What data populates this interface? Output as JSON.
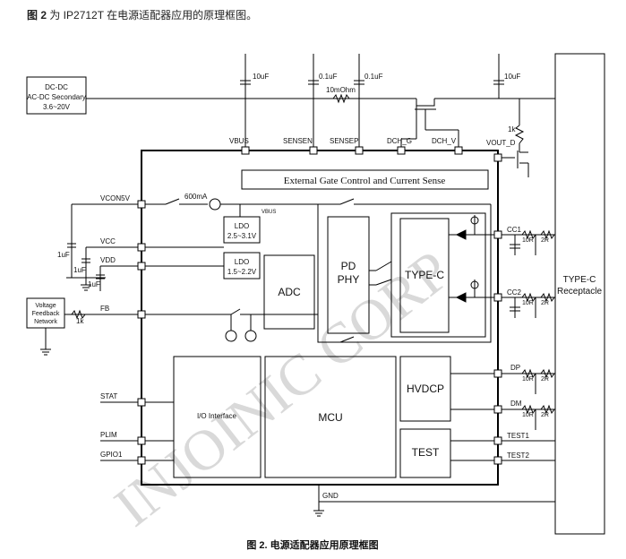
{
  "header": {
    "fig": "图 2",
    "text": " 为 IP2712T 在电源适配器应用的原理框图。"
  },
  "caption": "图 2. 电源适配器应用原理框图",
  "watermark": "INJOINIC CORP",
  "blocks": {
    "dcdc": [
      "DC-DC",
      "AC-DC Secondary",
      "3.6~20V"
    ],
    "feedback": [
      "Voltage",
      "Feedback",
      "Network"
    ],
    "gate": "External Gate Control and Current Sense",
    "ldo1": [
      "LDO",
      "2.5~3.1V"
    ],
    "ldo2": [
      "LDO",
      "1.5~2.2V"
    ],
    "adc": "ADC",
    "pdphy": [
      "PD",
      "PHY"
    ],
    "typec": "TYPE-C",
    "hvdcp": "HVDCP",
    "test": "TEST",
    "mcu": "MCU",
    "io": "I/O Interface",
    "receptacle": [
      "TYPE-C",
      "Receptacle"
    ]
  },
  "pins_top": [
    "VBUS",
    "SENSEN",
    "SENSEP",
    "DCH_G",
    "DCH_V",
    "VOUT_D"
  ],
  "pins_left": [
    "VCON5V",
    "VCC",
    "VDD",
    "FB",
    "STAT",
    "PLIM",
    "GPIO1"
  ],
  "pins_right": [
    "CC1",
    "CC2",
    "DP",
    "DM",
    "TEST1",
    "TEST2"
  ],
  "pin_bottom": "GND",
  "components": {
    "cap_vbus": "10uF",
    "cap_sensen": "0.1uF",
    "cap_sensep": "0.1uF",
    "cap_vout": "10uF",
    "rsense": "10mOhm",
    "r_vout": "1k",
    "r_fb": "1k",
    "cap_vcon": "1uF",
    "cap_vcc": "1uF",
    "cap_vdd": "1uF",
    "current_limit": "600mA",
    "vbus_label": "VBUS",
    "r_10r": "10R",
    "r_2r": "2R"
  }
}
